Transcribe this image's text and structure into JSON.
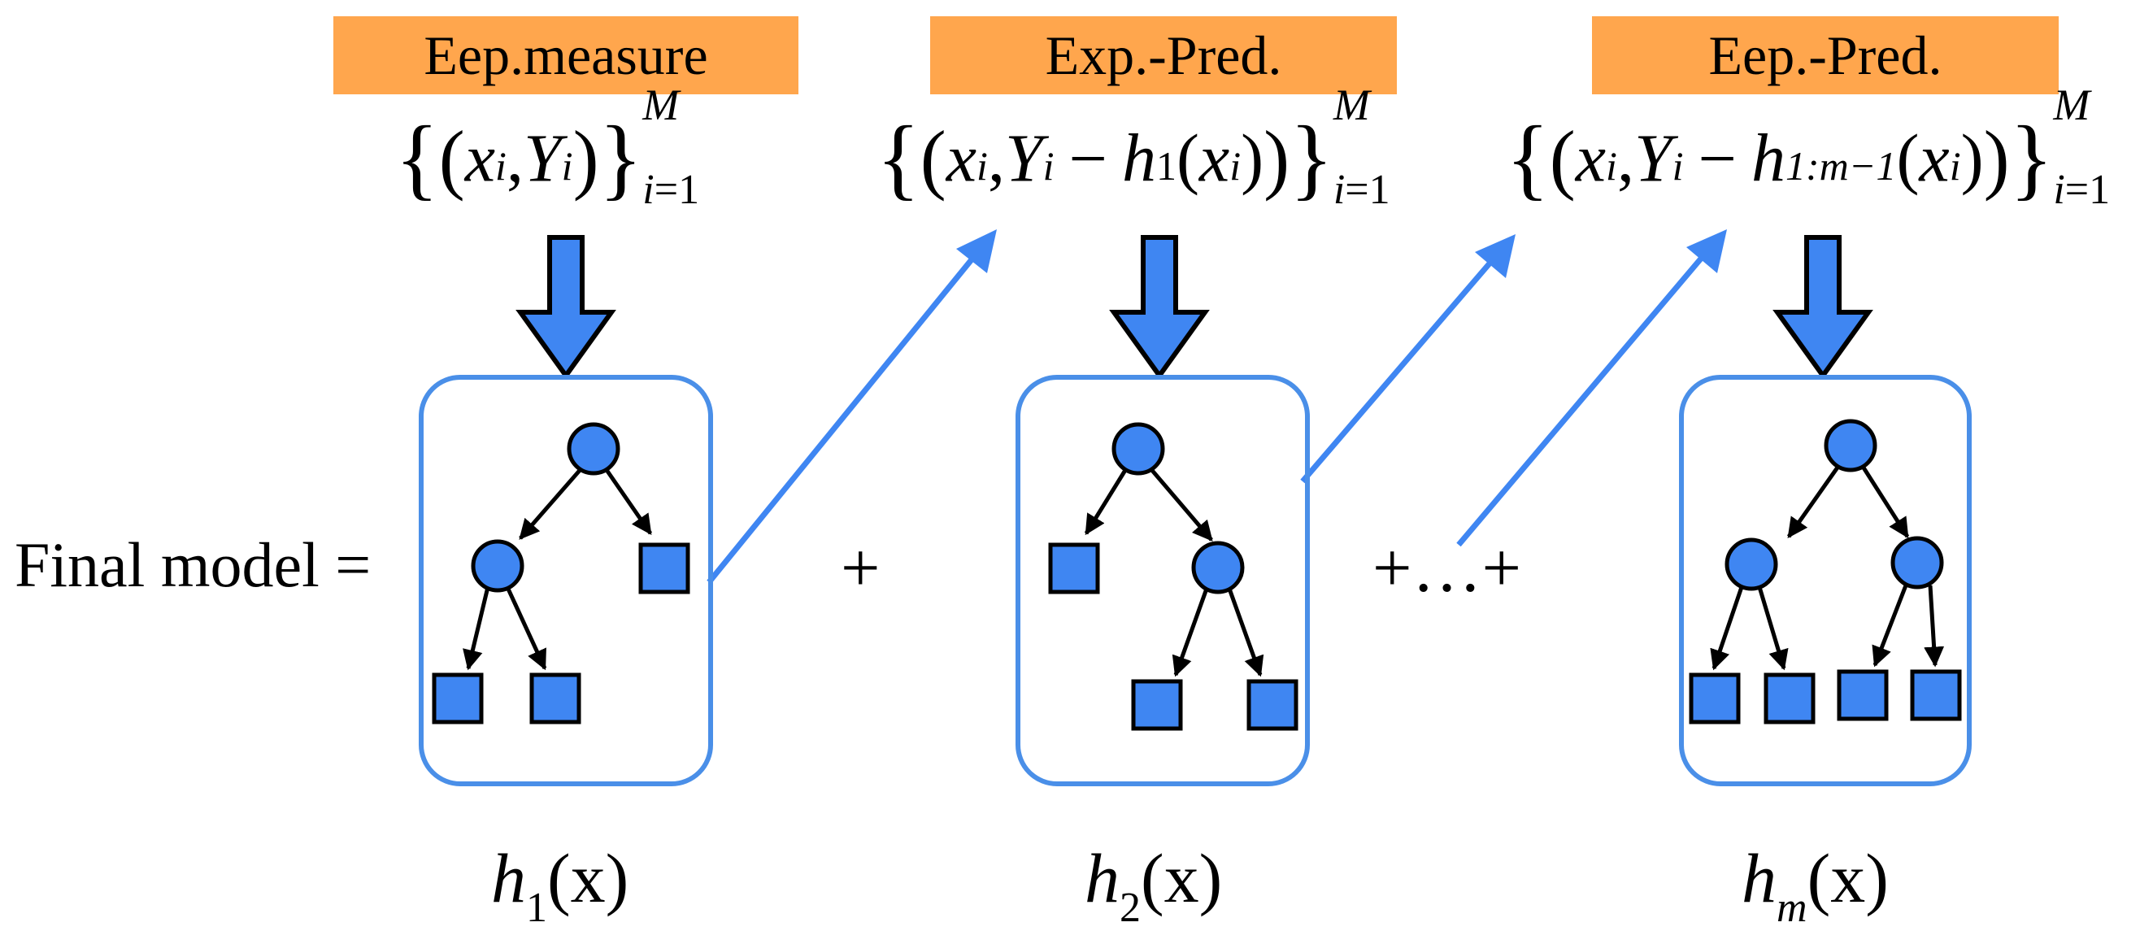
{
  "header_labels": [
    {
      "text": "Eep.measure"
    },
    {
      "text": "Exp.-Pred."
    },
    {
      "text": "Eep.-Pred."
    }
  ],
  "formulas": [
    {
      "open": "{",
      "paren_open": "(",
      "x": "x",
      "xsub": "i",
      "comma": ",",
      "y": "Y",
      "ysub": "i",
      "paren_close": ")",
      "close": "}",
      "upper": "M",
      "lower_var": "i",
      "lower_eq": "=1"
    },
    {
      "open": "{",
      "paren_open": "(",
      "x": "x",
      "xsub": "i",
      "comma": ",",
      "y": "Y",
      "ysub": "i",
      "minus": "−",
      "h": "h",
      "hsub": "1",
      "arg_open": "(",
      "arg": "x",
      "argsub": "i",
      "arg_close": ")",
      "paren_close": ")",
      "close": "}",
      "upper": "M",
      "lower_var": "i",
      "lower_eq": "=1"
    },
    {
      "open": "{",
      "paren_open": "(",
      "x": "x",
      "xsub": "i",
      "comma": ",",
      "y": "Y",
      "ysub": "i",
      "minus": "−",
      "h": "h",
      "hsub": "1:m−1",
      "arg_open": "(",
      "arg": "x",
      "argsub": "i",
      "arg_close": ")",
      "paren_close": ")",
      "close": "}",
      "upper": "M",
      "lower_var": "i",
      "lower_eq": "=1"
    }
  ],
  "final_model": {
    "label": "Final model ="
  },
  "operators": {
    "plus": "+",
    "plus_dots_plus": "+…+"
  },
  "tree_labels": [
    {
      "h": "h",
      "sub": "1",
      "sub_italic": false,
      "arg": "(x)"
    },
    {
      "h": "h",
      "sub": "2",
      "sub_italic": false,
      "arg": "(x)"
    },
    {
      "h": "h",
      "sub": "m",
      "sub_italic": true,
      "arg": "(x)"
    }
  ],
  "colors": {
    "label_bg": "#ffa64d",
    "arrow_blue": "#3f86f2",
    "box_border": "#4a8fe8",
    "node_fill": "#3f86f2",
    "edge": "#000000"
  }
}
